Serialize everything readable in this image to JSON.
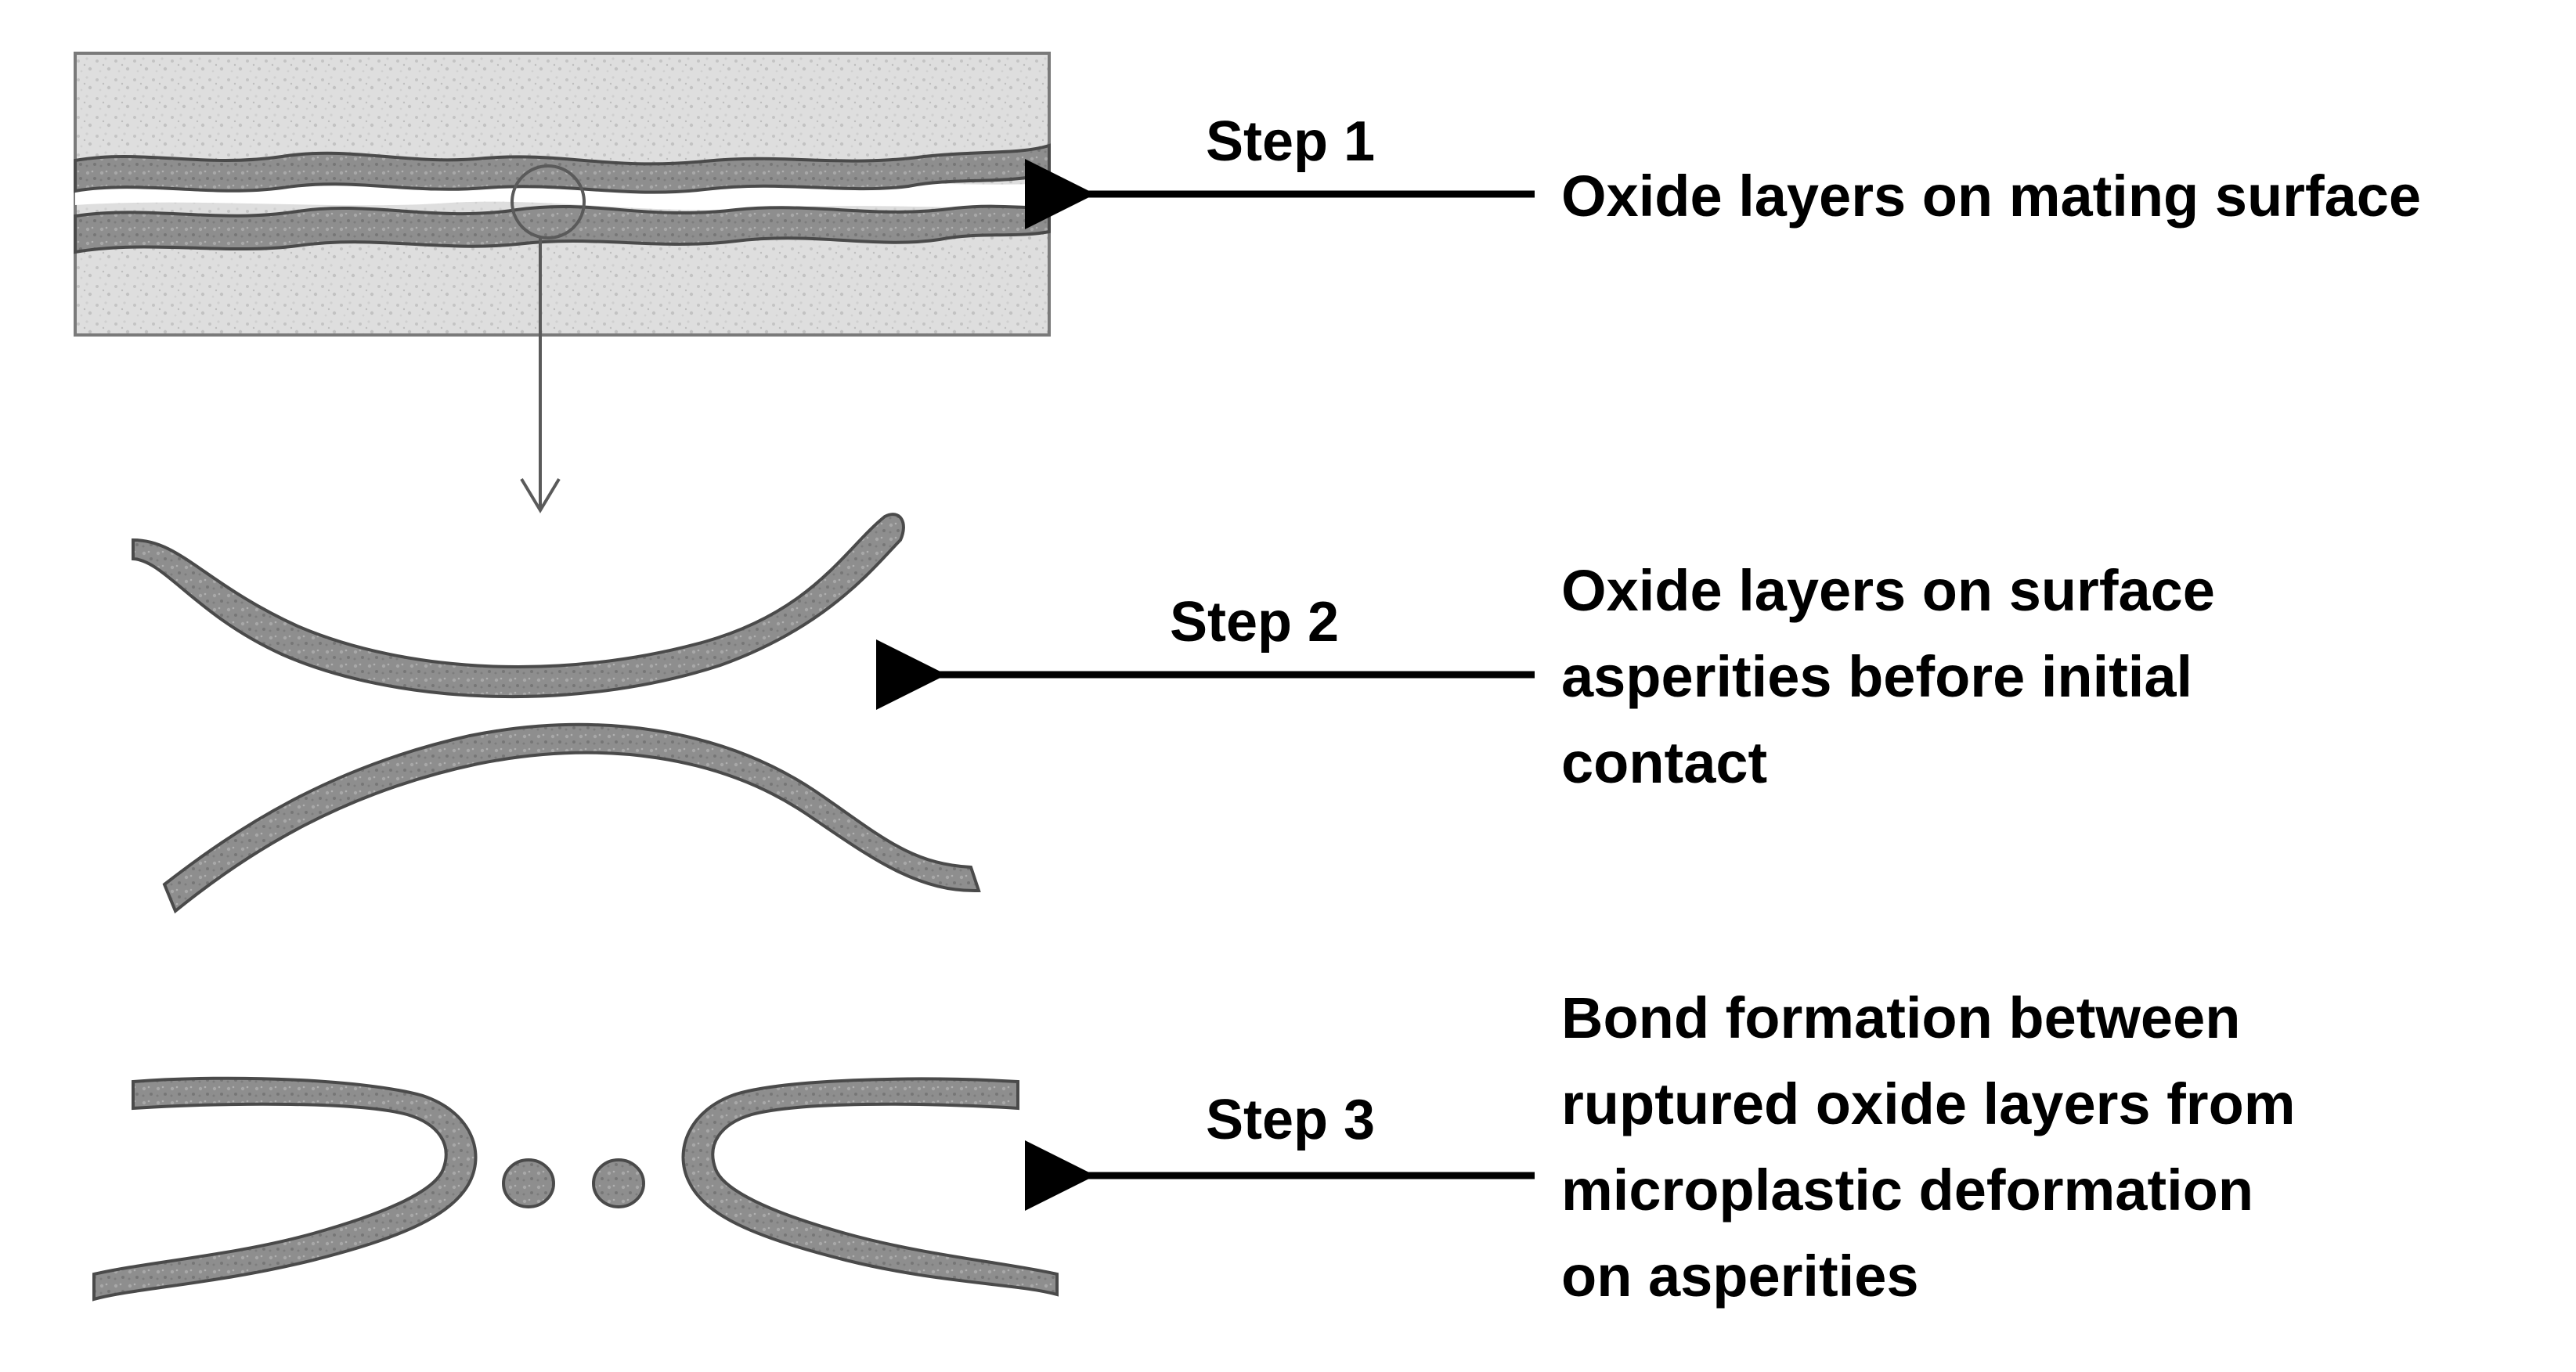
{
  "steps": [
    {
      "label": "Step 1",
      "description": [
        "Oxide layers on mating surface"
      ]
    },
    {
      "label": "Step 2",
      "description": [
        "Oxide layers on surface",
        "asperities before initial",
        "contact"
      ]
    },
    {
      "label": "Step 3",
      "description": [
        "Bond formation between",
        "ruptured oxide layers from",
        "microplastic deformation",
        "on asperities"
      ]
    }
  ],
  "colors": {
    "substrate": "#dcdcdc",
    "oxide_layer": "#8c8c8c",
    "oxide_outline": "#4a4a4a",
    "arrow": "#000000"
  }
}
